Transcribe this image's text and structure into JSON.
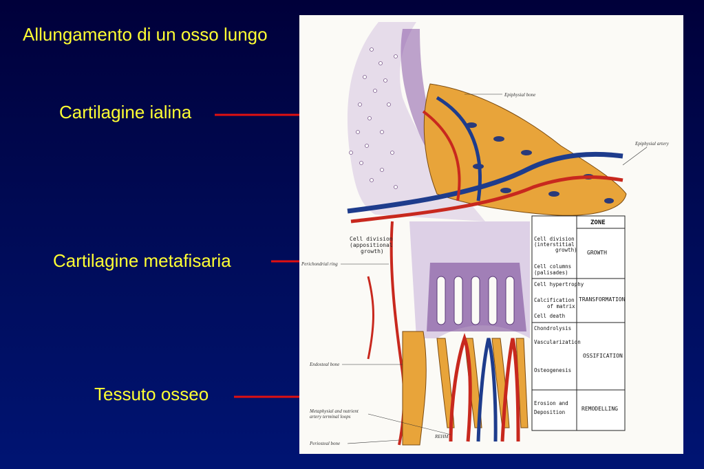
{
  "slide": {
    "title": "Allungamento di un osso lungo",
    "labels": {
      "hyaline": "Cartilagine ialina",
      "metaphyseal": "Cartilagine metafisaria",
      "bone": "Tessuto osseo"
    }
  },
  "figure": {
    "captions": {
      "epiphysial_bone": "Epiphysial bone",
      "epiphysial_artery": "Epiphysial artery",
      "perichondrial_ring": "Perichondrial ring",
      "endosteal_bone": "Endosteal bone",
      "metaphysial_loops_1": "Metaphysial and nutrient",
      "metaphysial_loops_2": "artery terminal loops",
      "periosteal_bone": "Periosteal bone",
      "signature": "REHM"
    },
    "side_note": {
      "line1": "Cell division",
      "line2": "(appositional",
      "line3": "growth)"
    },
    "zone_table": {
      "header": "ZONE",
      "rows": [
        {
          "name": "GROWTH",
          "desc": [
            "Cell division",
            "(interstitial",
            "growth)",
            "Cell columns",
            "(palisades)"
          ]
        },
        {
          "name": "TRANSFORMATION",
          "desc": [
            "Cell hypertrophy",
            "Calcification",
            "of matrix",
            "Cell death"
          ]
        },
        {
          "name": "OSSIFICATION",
          "desc": [
            "Chondrolysis",
            "Vascularization",
            "Osteogenesis"
          ]
        },
        {
          "name": "REMODELLING",
          "desc": [
            "Erosion and",
            "Deposition"
          ]
        }
      ]
    }
  },
  "colors": {
    "accent_text": "#ffff33",
    "arrow": "#e01010",
    "artery": "#c8281e",
    "vein": "#1e3c8c",
    "bone": "#e8a43a",
    "cartilage": "#b89ac8"
  }
}
